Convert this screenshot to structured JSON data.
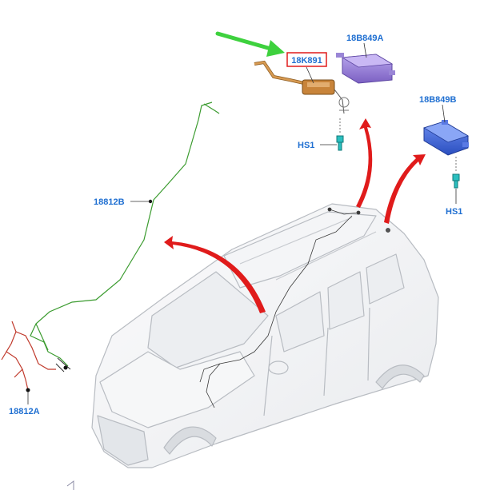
{
  "diagram": {
    "callouts": {
      "sensor_highlighted": "18K891",
      "module_a": "18B849A",
      "module_b": "18B849B",
      "harness_b": "18812B",
      "harness_a": "18812A",
      "screw_1": "HS1",
      "screw_2": "HS1"
    },
    "colors": {
      "callout_text": "#1f6fd1",
      "highlight_box": "#e01b1b",
      "pointer_arrow": "#3ed13e",
      "flow_arrows": "#e01b1b",
      "harness_green": "#3b9b2f",
      "harness_red": "#c0392b",
      "module_a": "#9a7fd6",
      "module_b": "#3f66d6",
      "sensor": "#c8843a",
      "vehicle_outline": "#b8bcc2"
    },
    "icons": [
      "vehicle-body",
      "module-box",
      "screw-fastener",
      "sensor-harness",
      "wiring-harness"
    ]
  }
}
